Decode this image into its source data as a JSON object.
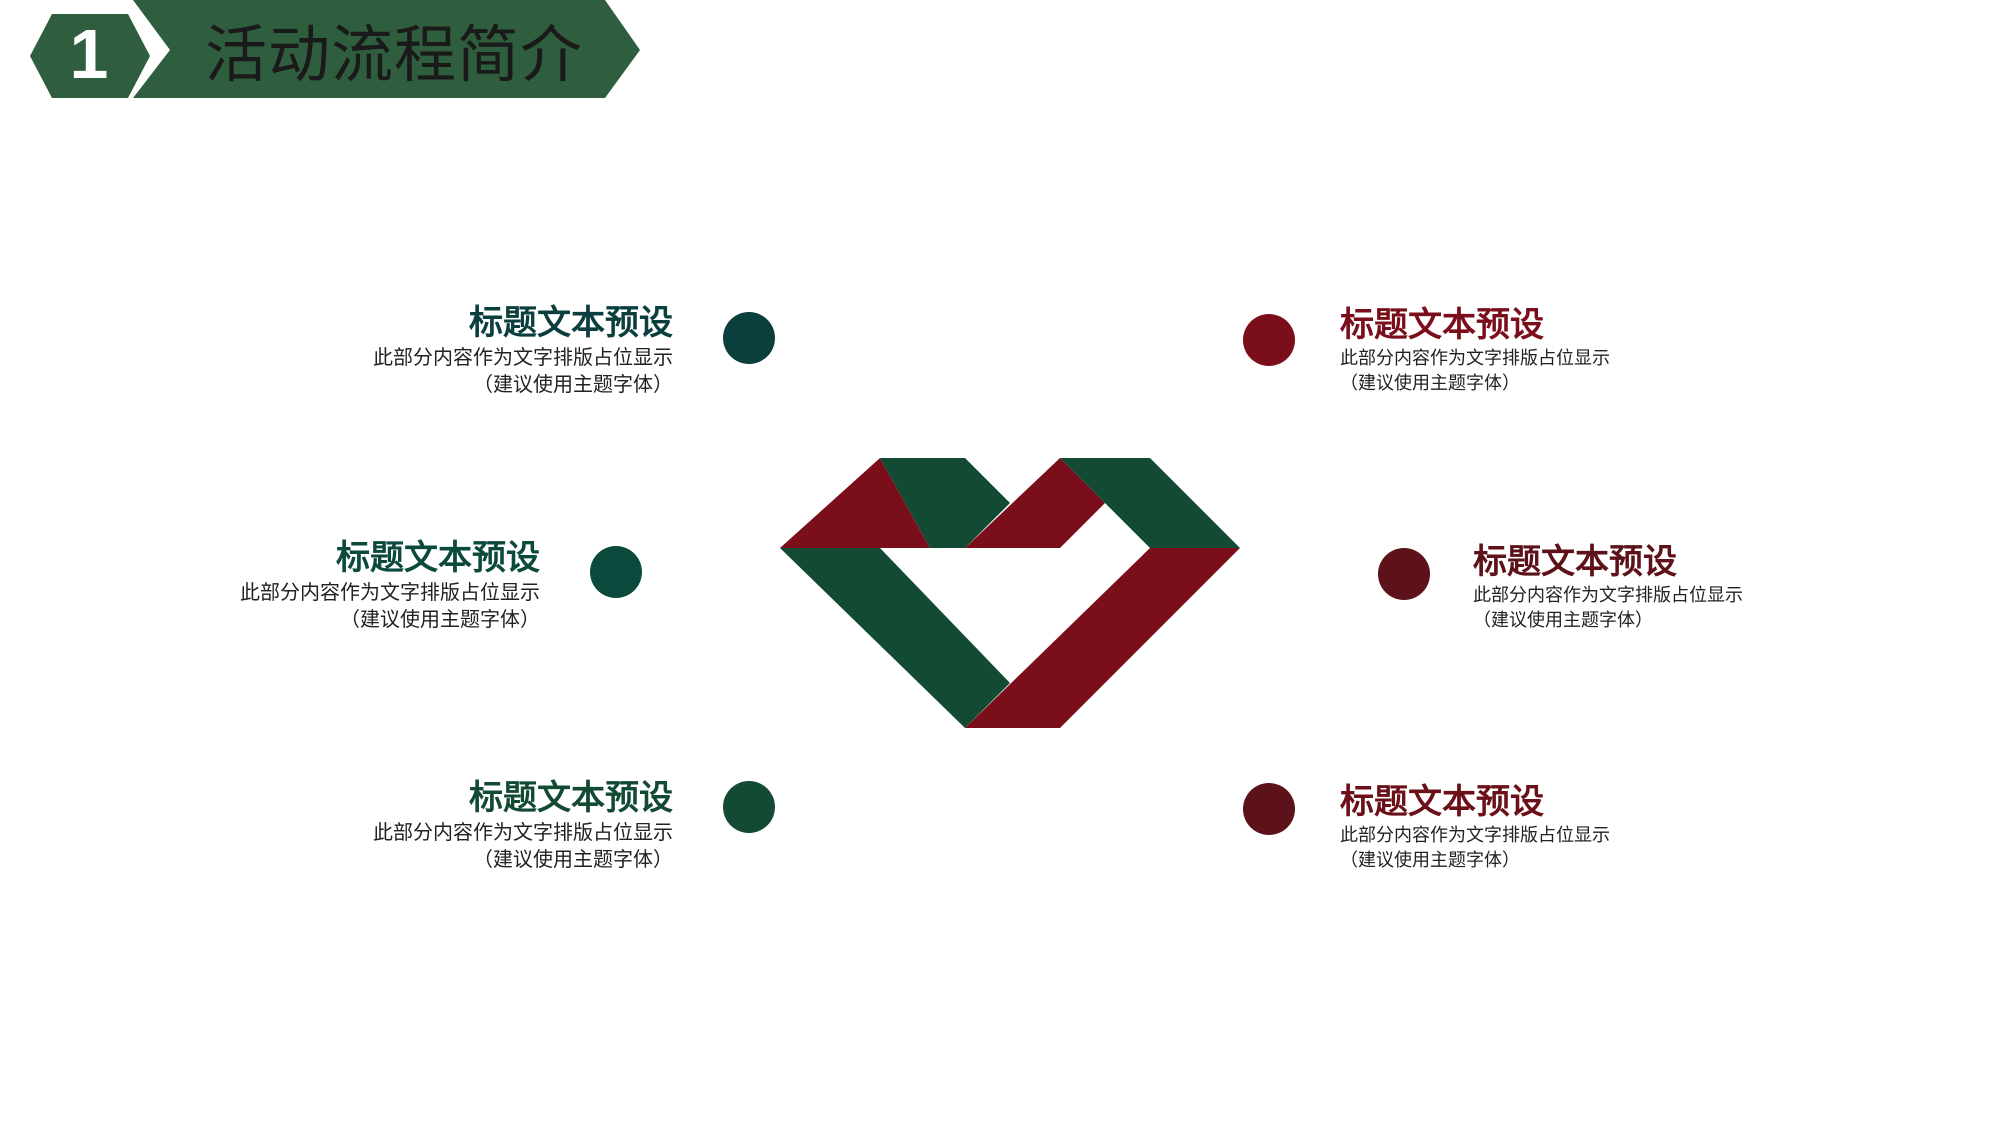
{
  "header": {
    "number": "1",
    "title": "活动流程简介"
  },
  "colors": {
    "dark_green": "#1e4b37",
    "header_green": "#2e5e3e",
    "teal": "#0b3f3e",
    "green": "#134a33",
    "red": "#7a0f1b",
    "dark_red": "#5c1218",
    "maroon": "#6b1018"
  },
  "items": [
    {
      "title": "标题文本预设",
      "desc": "此部分内容作为文字排版占位显示",
      "note": "（建议使用主题字体）"
    },
    {
      "title": "标题文本预设",
      "desc": "此部分内容作为文字排版占位显示",
      "note": "（建议使用主题字体）"
    },
    {
      "title": "标题文本预设",
      "desc": "此部分内容作为文字排版占位显示",
      "note": "（建议使用主题字体）"
    },
    {
      "title": "标题文本预设",
      "desc": "此部分内容作为文字排版占位显示",
      "note": "（建议使用主题字体）"
    },
    {
      "title": "标题文本预设",
      "desc": "此部分内容作为文字排版占位显示",
      "note": "（建议使用主题字体）"
    },
    {
      "title": "标题文本预设",
      "desc": "此部分内容作为文字排版占位显示",
      "note": "（建议使用主题字体）"
    }
  ]
}
